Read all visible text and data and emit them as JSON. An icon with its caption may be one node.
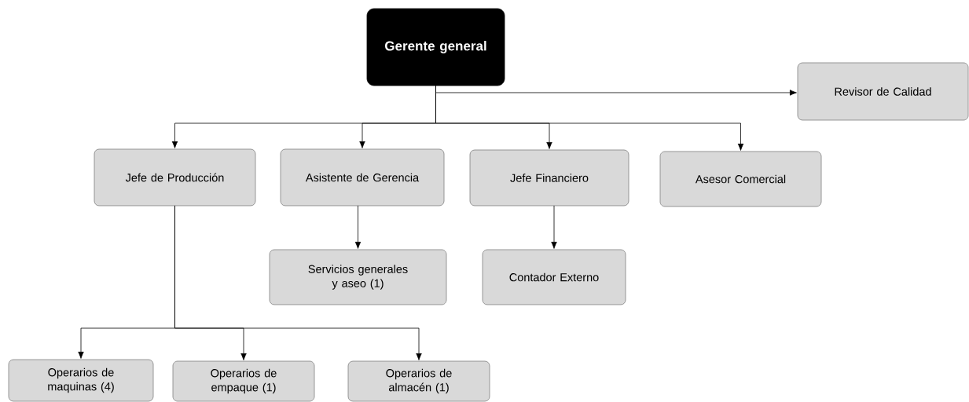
{
  "diagram": {
    "nodes": [
      {
        "text": [
          "Gerente general"
        ]
      },
      {
        "text": [
          "Revisor de Calidad"
        ]
      },
      {
        "text": [
          "Jefe de Producción"
        ]
      },
      {
        "text": [
          "Asistente de Gerencia"
        ]
      },
      {
        "text": [
          "Jefe Financiero"
        ]
      },
      {
        "text": [
          "Asesor Comercial"
        ]
      },
      {
        "text": [
          "Servicios generales y aseo (1)"
        ]
      },
      {
        "text": [
          "Contador Externo"
        ]
      },
      {
        "text": [
          "Operarios de maquinas (4)"
        ]
      },
      {
        "text": [
          "Operarios de empaque (1)"
        ]
      },
      {
        "text": [
          "Operarios de almacén (1)"
        ]
      }
    ],
    "edges": [
      {
        "from": 0,
        "to": 1,
        "arrow": "to"
      },
      {
        "from": 0,
        "to": 2,
        "arrow": "to"
      },
      {
        "from": 0,
        "to": 3,
        "arrow": "to"
      },
      {
        "from": 0,
        "to": 4,
        "arrow": "to"
      },
      {
        "from": 0,
        "to": 5,
        "arrow": "to"
      },
      {
        "from": 3,
        "to": 6,
        "arrow": "to"
      },
      {
        "from": 4,
        "to": 7,
        "arrow": "to"
      },
      {
        "from": 2,
        "to": 8,
        "arrow": "to"
      },
      {
        "from": 2,
        "to": 9,
        "arrow": "to"
      },
      {
        "from": 2,
        "to": 10,
        "arrow": "to"
      }
    ]
  }
}
